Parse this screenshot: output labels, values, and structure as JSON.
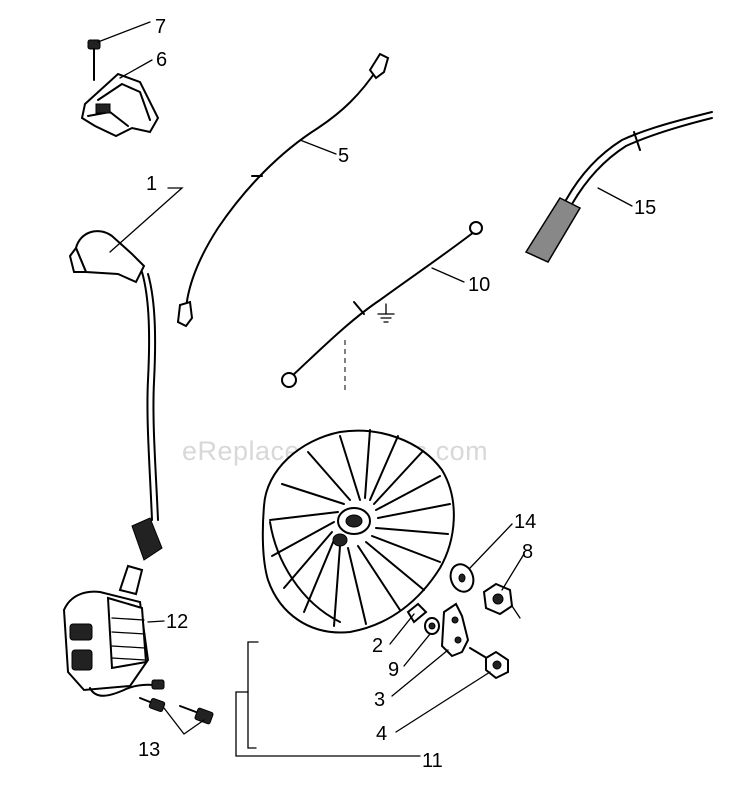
{
  "watermark": "eReplacementParts.com",
  "callouts": {
    "c1": "1",
    "c2": "2",
    "c3": "3",
    "c4": "4",
    "c5": "5",
    "c6": "6",
    "c7": "7",
    "c8": "8",
    "c9": "9",
    "c10": "10",
    "c11": "11",
    "c12": "12",
    "c13": "13",
    "c14": "14",
    "c15": "15"
  }
}
